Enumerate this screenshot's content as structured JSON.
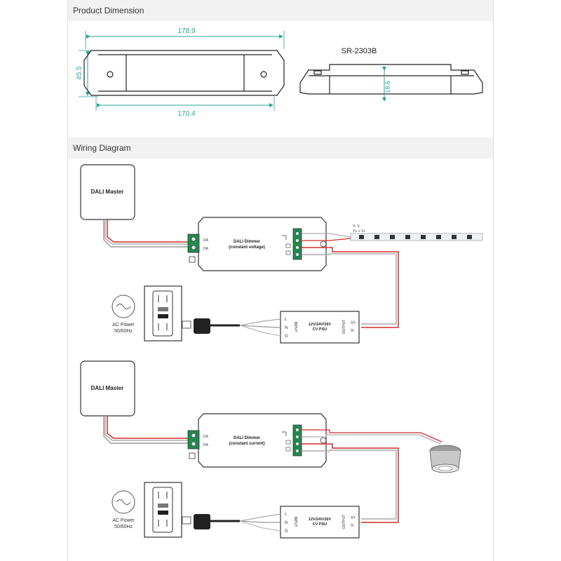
{
  "sections": {
    "dimension_title": "Product Dimension",
    "wiring_title": "Wiring Diagram"
  },
  "dimensions": {
    "model": "SR-2303B",
    "top_width": "178.9",
    "bottom_width": "170.4",
    "height": "45.5",
    "side_height": "18.6"
  },
  "diagram1": {
    "master_label": "DALI Master",
    "dimmer_title": "DALI Dimmer",
    "dimmer_subtitle": "(constant voltage)",
    "da1": "DA",
    "da2": "DA",
    "psu_title": "12V/24V/36V",
    "psu_subtitle": "CV PSU",
    "psu_input": "INPUT",
    "psu_output": "OUTPUT",
    "psu_l": "L",
    "psu_n": "N",
    "psu_g": "G",
    "psu_vplus": "V+",
    "psu_vminus": "V-",
    "ac_label1": "AC Power",
    "ac_label2": "50/60Hz",
    "strip_top": "V-  V-",
    "strip_bottom": "V+ +  V+"
  },
  "diagram2": {
    "master_label": "DALI Master",
    "dimmer_title": "DALI Dimmer",
    "dimmer_subtitle": "(constant current)",
    "da1": "DA",
    "da2": "DA",
    "psu_title": "12V/24V/36V",
    "psu_subtitle": "CV PSU",
    "psu_input": "INPUT",
    "psu_output": "OUTPUT",
    "psu_l": "L",
    "psu_n": "N",
    "psu_g": "G",
    "psu_vplus": "V+",
    "psu_vminus": "V-",
    "ac_label1": "AC Power",
    "ac_label2": "50/60Hz"
  },
  "colors": {
    "dim_line": "#2aa39a",
    "wire_red": "#d22b2b",
    "terminal_green": "#1f8a4c"
  }
}
